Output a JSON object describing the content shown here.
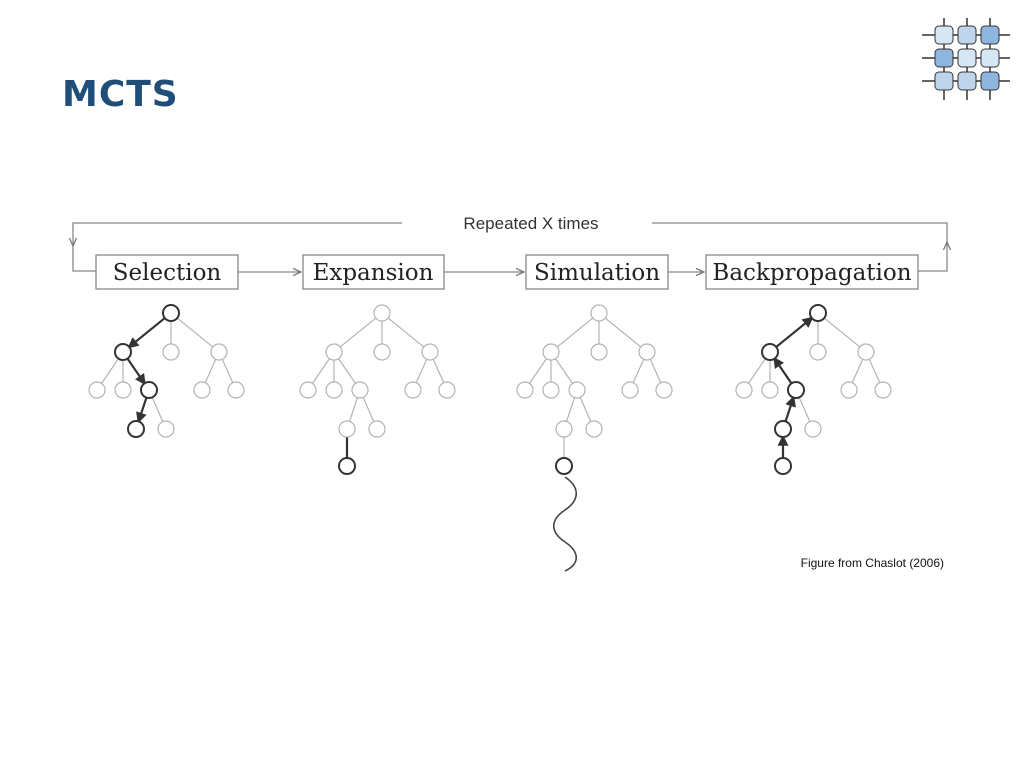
{
  "slide": {
    "title": "MCTS",
    "title_color": "#1f4e79"
  },
  "logo": {
    "icon": "grid-network-logo",
    "colors": [
      "#d6e6f5",
      "#bfd5ec",
      "#8db5de"
    ]
  },
  "diagram": {
    "loop_label": "Repeated X times",
    "steps": [
      {
        "label": "Selection"
      },
      {
        "label": "Expansion"
      },
      {
        "label": "Simulation"
      },
      {
        "label": "Backpropagation"
      }
    ],
    "credit": "Figure from Chaslot (2006)"
  }
}
